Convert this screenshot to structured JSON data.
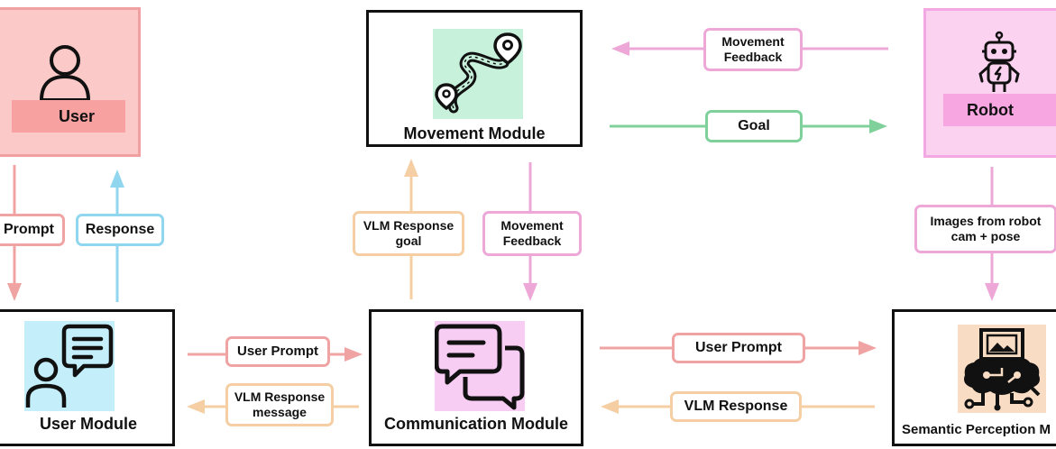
{
  "modules": {
    "user": "User",
    "robot": "Robot",
    "movement": "Movement Module",
    "user_module": "User Module",
    "communication": "Communication Module",
    "semantic": "Semantic Perception M"
  },
  "edges": {
    "movement_feedback_top": "Movement\nFeedback",
    "goal": "Goal",
    "prompt": "Prompt",
    "response": "Response",
    "vlm_response_goal": "VLM Response\ngoal",
    "movement_feedback_mid": "Movement\nFeedback",
    "images_from_robot": "Images from robot\ncam + pose",
    "user_prompt_left": "User Prompt",
    "vlm_response_message": "VLM Response\nmessage",
    "user_prompt_right": "User Prompt",
    "vlm_response_right": "VLM Response"
  },
  "colors": {
    "user_fill": "#fcc9c9",
    "user_border": "#f0a0a0",
    "user_band": "#f7a1a1",
    "robot_fill": "#fcd2f1",
    "robot_border": "#f3a8e3",
    "robot_band": "#f7a6e2",
    "red": "#f0a3a3",
    "blue": "#8fd6ee",
    "green": "#7fd09a",
    "orange": "#f5cfa3",
    "pink": "#eea8d8",
    "movement_icon_bg": "#c8f1dc",
    "user_module_icon_bg": "#c4effa",
    "comm_icon_bg": "#f7cdf3",
    "semantic_icon_bg": "#f9dcc4"
  },
  "icons": {
    "user": "person-icon",
    "robot": "robot-icon",
    "movement": "route-map-icon",
    "user_module": "chat-person-icon",
    "communication": "chat-bubbles-icon",
    "semantic": "image-circuit-icon"
  }
}
